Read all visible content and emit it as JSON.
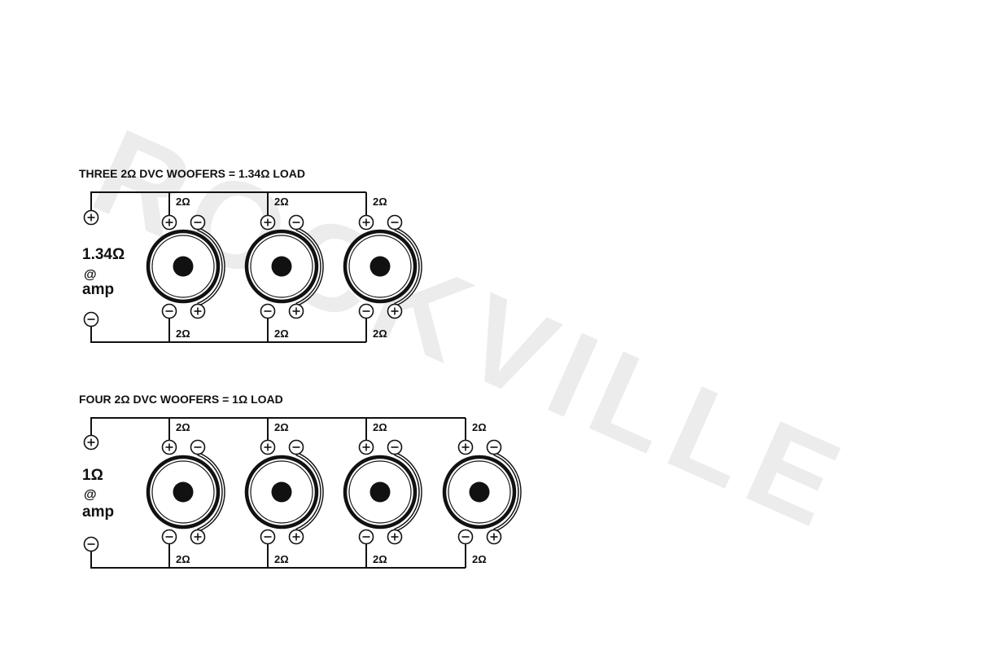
{
  "watermark": "ROCKVILLE",
  "diagrams": [
    {
      "title": "THREE 2Ω DVC WOOFERS = 1.34Ω LOAD",
      "amp_value": "1.34Ω",
      "amp_at": "@",
      "amp_label": "amp",
      "woofers": [
        {
          "top_label": "2Ω",
          "bottom_label": "2Ω"
        },
        {
          "top_label": "2Ω",
          "bottom_label": "2Ω"
        },
        {
          "top_label": "2Ω",
          "bottom_label": "2Ω"
        }
      ]
    },
    {
      "title": "FOUR 2Ω DVC WOOFERS = 1Ω LOAD",
      "amp_value": "1Ω",
      "amp_at": "@",
      "amp_label": "amp",
      "woofers": [
        {
          "top_label": "2Ω",
          "bottom_label": "2Ω"
        },
        {
          "top_label": "2Ω",
          "bottom_label": "2Ω"
        },
        {
          "top_label": "2Ω",
          "bottom_label": "2Ω"
        },
        {
          "top_label": "2Ω",
          "bottom_label": "2Ω"
        }
      ]
    }
  ]
}
